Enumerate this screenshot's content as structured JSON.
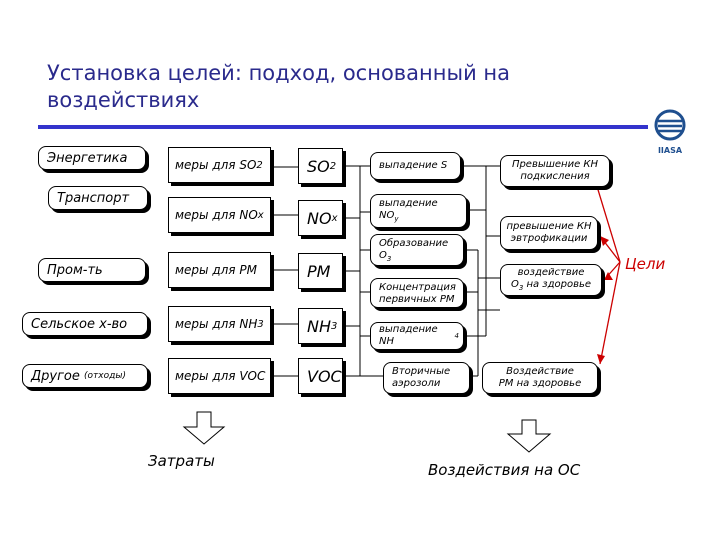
{
  "title": "Установка целей: подход, основанный на воздействиях",
  "sources": [
    {
      "name": "Энергетика"
    },
    {
      "name": "Транспорт"
    },
    {
      "name": "Пром-ть"
    },
    {
      "name": "Сельское х-во"
    },
    {
      "name": "Другое",
      "note": "(отходы)"
    }
  ],
  "measures": [
    {
      "text": "меры для SO",
      "sub": "2"
    },
    {
      "text": "меры для NO",
      "sub": "x"
    },
    {
      "text": "меры для PM",
      "sub": ""
    },
    {
      "text": "меры для NH",
      "sub": "3"
    },
    {
      "text": "меры для VOC",
      "sub": ""
    }
  ],
  "pollutants": [
    {
      "text": "SO",
      "sub": "2"
    },
    {
      "text": "NO",
      "sub": "x"
    },
    {
      "text": "PM",
      "sub": ""
    },
    {
      "text": "NH",
      "sub": "3"
    },
    {
      "text": "VOC",
      "sub": ""
    }
  ],
  "processes": [
    {
      "line1": "выпадение S",
      "line2": "",
      "sub": ""
    },
    {
      "line1": "выпадение",
      "line2": "NO",
      "sub": "y"
    },
    {
      "line1": "Образование",
      "line2": "O",
      "sub": "3"
    },
    {
      "line1": "Концентрация",
      "line2": "первичных  PM",
      "sub": ""
    },
    {
      "line1": "выпадение NH",
      "line2": "",
      "sub": "4"
    },
    {
      "line1": "Вторичные",
      "line2": "аэрозоли",
      "sub": ""
    }
  ],
  "effects": [
    {
      "line1": "Превышение КН",
      "line2": "подкисления"
    },
    {
      "line1": "превышение КН",
      "line2": "эвтрофикации"
    },
    {
      "line1": "воздействие",
      "line2": "O",
      "sub": "3",
      "tail": " на здоровье"
    },
    {
      "line1": "Воздействие",
      "line2": "PM на здоровье"
    }
  ],
  "goals_label": "Цели",
  "cost_label": "Затраты",
  "impact_label": "Воздействия на ОС",
  "colors": {
    "title": "#2a2a8c",
    "rule": "#3333cc",
    "goals": "#cc0000",
    "logo": "#1f4f8f"
  }
}
